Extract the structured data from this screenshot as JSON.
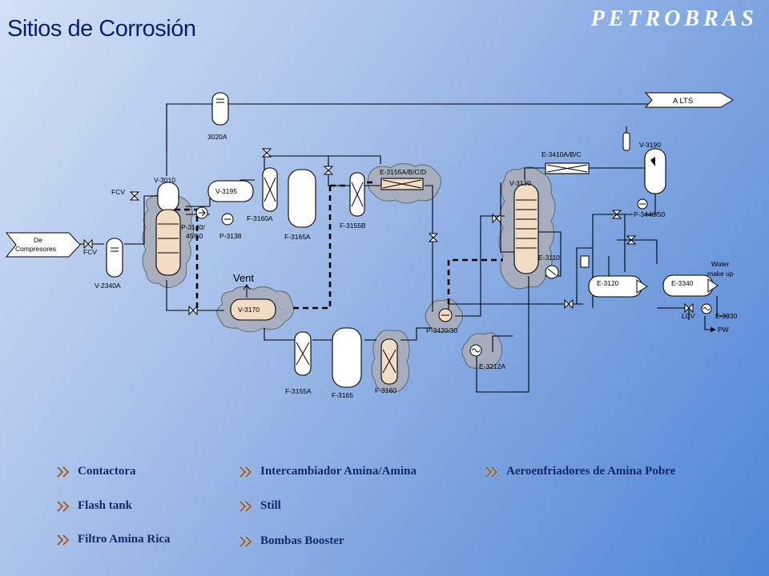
{
  "slide": {
    "title": "Sitios de Corrosión",
    "brand": "PETROBRAS"
  },
  "diagram": {
    "labels": {
      "a_lts": "A LTS",
      "de_compresores_1": "De",
      "de_compresores_2": "Compresores",
      "fcv_1": "FCV",
      "fcv_2": "FCV",
      "v2340a": "V-2340A",
      "v3010": "V-3010",
      "f3020a": "3020A",
      "v3195": "V-3195",
      "p3140_1": "P-3140/",
      "p3140_2": "45/50",
      "p3138": "P-3138",
      "f3160a": "F-3160A",
      "f3165a": "F-3165A",
      "e3155": "E-3155A/B/C/D",
      "f3155b": "F-3155B",
      "vent": "Vent",
      "v3170": "V-3170",
      "f3155a": "F-3155A",
      "f3165": "F-3165",
      "f3160": "F-3160",
      "p3420": "P-3420/30",
      "e3212a": "E-3212A",
      "e3410": "E-3410A/B/C",
      "v3130": "V-3130",
      "e3110": "E-3110",
      "v3190": "V-3190",
      "p3440": "P-3440/50",
      "e3120": "E-3120",
      "e3340": "E-3340",
      "water_1": "Water",
      "water_2": "make up",
      "lcv": "LCV",
      "e3330": "E-3330",
      "pw": "PW"
    }
  },
  "legend": {
    "items": [
      "Contactora",
      "Intercambiador Amina/Amina",
      "Aeroenfriadores de Amina Pobre",
      "Flash tank",
      "Still",
      "Filtro Amina Rica",
      "Bombas Booster"
    ]
  },
  "colors": {
    "title": "#0b1f6b",
    "legend_text": "#14286e",
    "chevron": "#e8a25a",
    "cloud": "#a9aebb",
    "column_fill": "#f3dcc4"
  }
}
